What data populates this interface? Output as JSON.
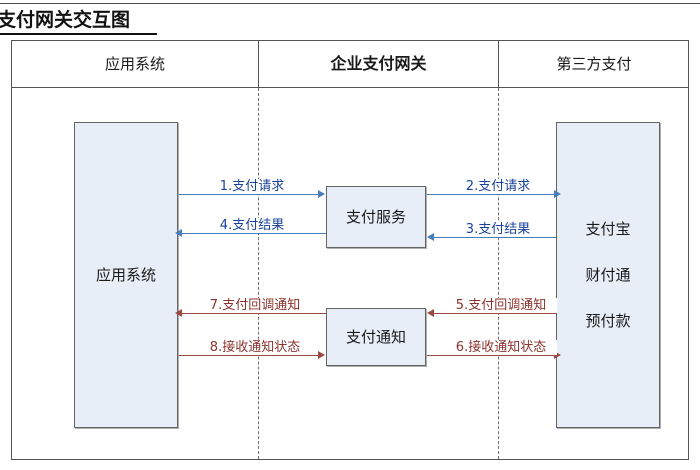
{
  "diagram": {
    "title": "业支付网关交互图",
    "type": "sequence-swimlane"
  },
  "lanes": [
    {
      "label": "应用系统",
      "bold": false
    },
    {
      "label": "企业支付网关",
      "bold": true
    },
    {
      "label": "第三方支付",
      "bold": false
    }
  ],
  "boxes": {
    "application_system": {
      "label": "应用系统"
    },
    "payment_service": {
      "label": "支付服务"
    },
    "payment_notify": {
      "label": "支付通知"
    },
    "third_party": {
      "lines": [
        "支付宝",
        "财付通",
        "预付款"
      ]
    }
  },
  "messages": [
    {
      "seq": "1",
      "label": "1.支付请求",
      "color": "blue",
      "direction": "right",
      "from": "应用系统",
      "to": "支付服务"
    },
    {
      "seq": "2",
      "label": "2.支付请求",
      "color": "blue",
      "direction": "right",
      "from": "支付服务",
      "to": "第三方支付"
    },
    {
      "seq": "3",
      "label": "3.支付结果",
      "color": "blue",
      "direction": "left",
      "from": "第三方支付",
      "to": "支付服务"
    },
    {
      "seq": "4",
      "label": "4.支付结果",
      "color": "blue",
      "direction": "left",
      "from": "支付服务",
      "to": "应用系统"
    },
    {
      "seq": "5",
      "label": "5.支付回调通知",
      "color": "red",
      "direction": "left",
      "from": "第三方支付",
      "to": "支付通知"
    },
    {
      "seq": "6",
      "label": "6.接收通知状态",
      "color": "red",
      "direction": "right",
      "from": "支付通知",
      "to": "第三方支付"
    },
    {
      "seq": "7",
      "label": "7.支付回调通知",
      "color": "red",
      "direction": "left",
      "from": "支付通知",
      "to": "应用系统"
    },
    {
      "seq": "8",
      "label": "8.接收通知状态",
      "color": "red",
      "direction": "right",
      "from": "应用系统",
      "to": "支付通知"
    }
  ],
  "colors": {
    "box_fill": "#e8eef7",
    "box_border": "#646464",
    "arrow_blue": "#4a7ebb",
    "arrow_red": "#9b4a42",
    "label_blue": "#19429a",
    "label_red": "#8a332c",
    "lane_border": "#545454"
  }
}
